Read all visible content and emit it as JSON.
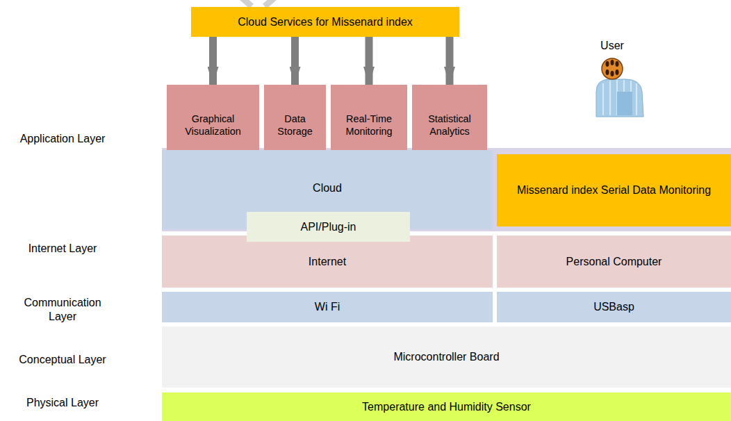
{
  "diagram": {
    "nodes": [
      {
        "text": [
          "Cloud Services for Missenard index"
        ]
      },
      {
        "text": [
          "Graphical Visualization"
        ]
      },
      {
        "text": [
          "Data Storage"
        ]
      },
      {
        "text": [
          "Real-Time Monitoring"
        ]
      },
      {
        "text": [
          "Statistical Analytics"
        ]
      },
      {
        "text": [
          "Cloud"
        ]
      },
      {
        "text": [
          "API/Plug-in"
        ],
        "in": 5
      },
      {
        "text": [
          "Missenard index Serial Data Monitoring"
        ]
      },
      {
        "text": [
          "Internet"
        ]
      },
      {
        "text": [
          "Personal Computer"
        ]
      },
      {
        "text": [
          "Wi Fi"
        ]
      },
      {
        "text": [
          "USBasp"
        ]
      },
      {
        "text": [
          "Microcontroller Board"
        ]
      },
      {
        "text": [
          "Temperature and Humidity Sensor"
        ]
      }
    ],
    "edges": [
      {
        "from": 0,
        "to": 1,
        "arrow": "to"
      },
      {
        "from": 0,
        "to": 2,
        "arrow": "to"
      },
      {
        "from": 0,
        "to": 3,
        "arrow": "to"
      },
      {
        "from": 0,
        "to": 4,
        "arrow": "to"
      }
    ],
    "labels": [
      "Application Layer",
      "Internet Layer",
      "Communication Layer",
      "Conceptual Layer",
      "Physical Layer",
      "User"
    ]
  }
}
